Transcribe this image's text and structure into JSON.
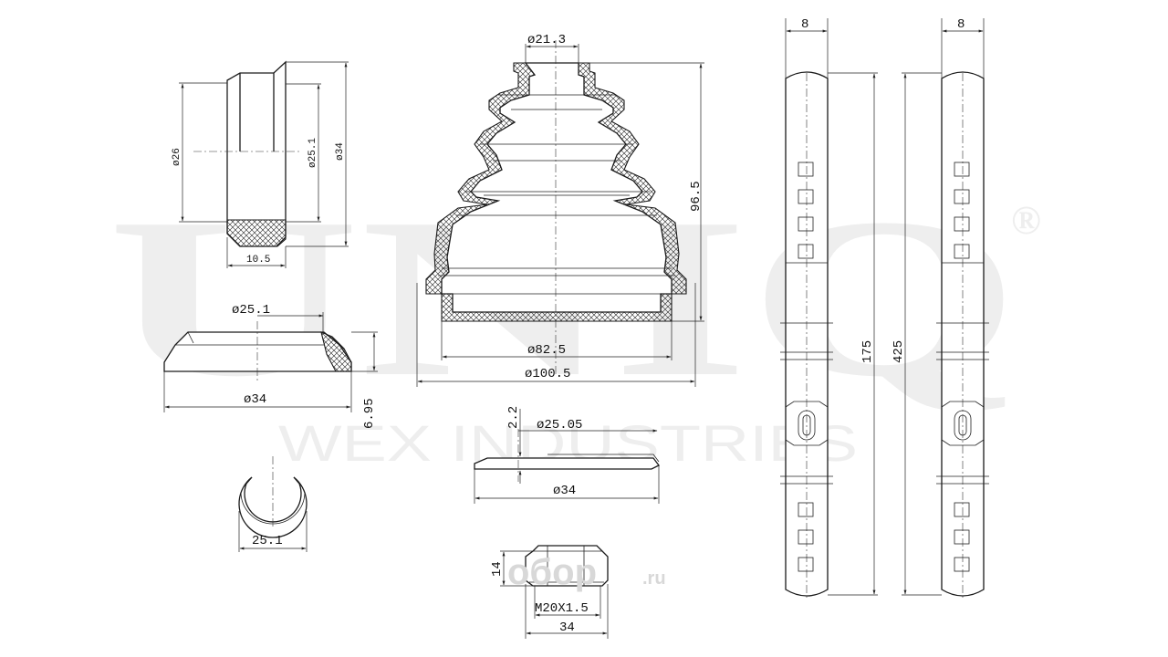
{
  "watermark": {
    "brand": "UNIQ",
    "registered": "®",
    "subtitle": "WEX INDUSTRIES",
    "site": "oбоp",
    "site_tld": ".ru"
  },
  "dims": {
    "ring_h": "ø26",
    "ring_inner": "ø25.1",
    "ring_outer": "ø34",
    "ring_w": "10.5",
    "cone_top": "ø25.1",
    "cone_base": "ø34",
    "cone_h": "6.95",
    "clip_w": "25.1",
    "boot_top": "ø21.3",
    "boot_h": "96.5",
    "boot_in": "ø82.5",
    "boot_out": "ø100.5",
    "washer_h": "2.2",
    "washer_in": "ø25.05",
    "washer_out": "ø34",
    "nut_h": "14",
    "nut_thread": "M20X1.5",
    "nut_w": "34",
    "strap1_w": "8",
    "strap1_len": "175",
    "strap2_w": "8",
    "strap2_len": "425"
  }
}
